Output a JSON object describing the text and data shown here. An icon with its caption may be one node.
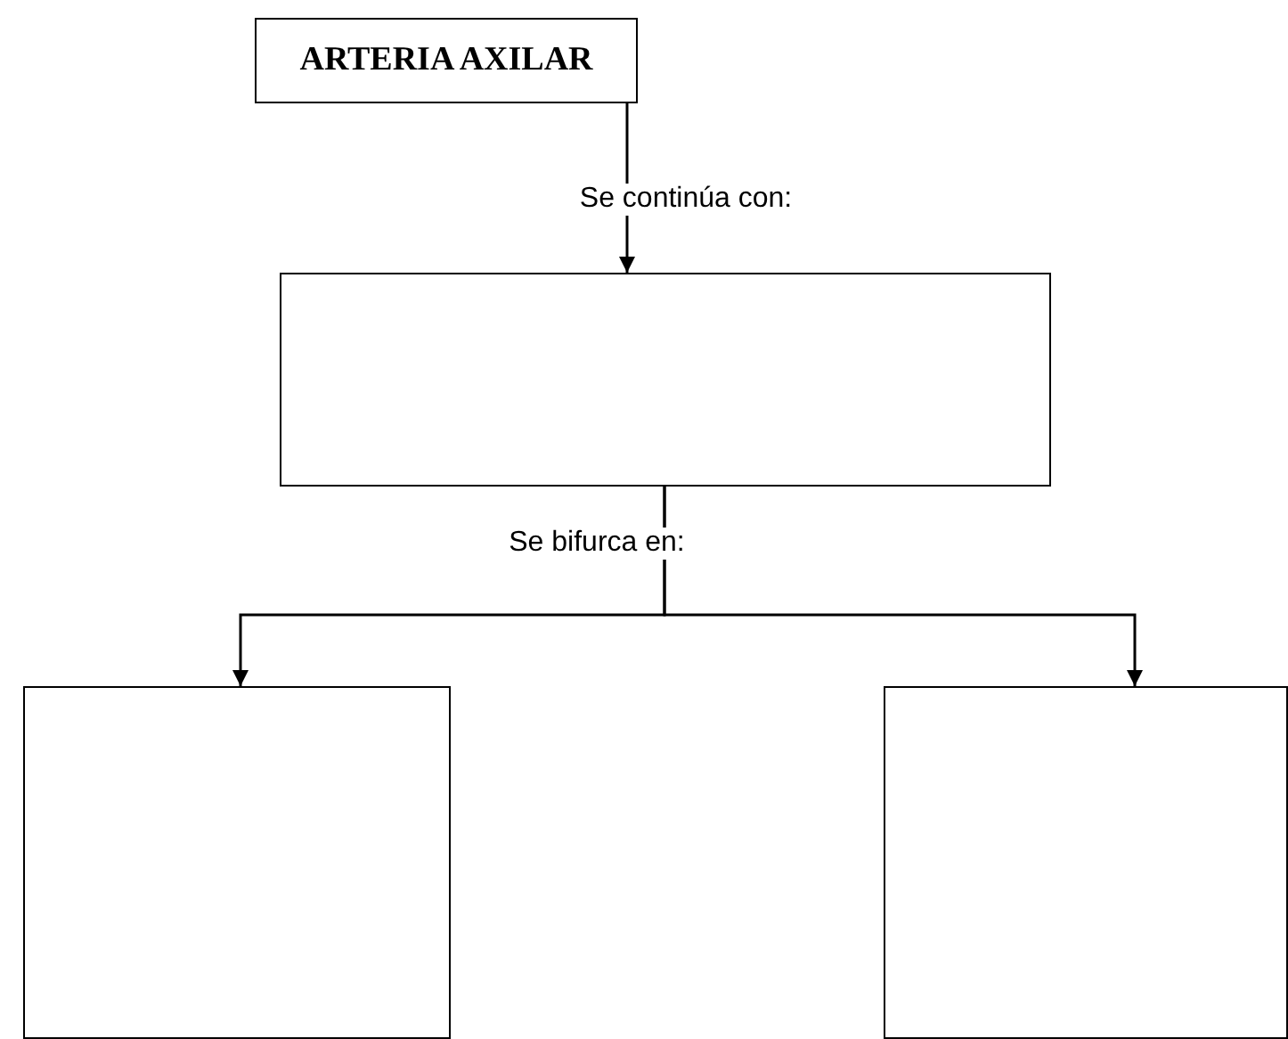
{
  "diagram": {
    "nodes": [
      {
        "text": [
          "ARTERIA AXILAR"
        ]
      },
      {
        "text": [],
        "shape": "box"
      },
      {
        "text": [],
        "shape": "box"
      },
      {
        "text": [],
        "shape": "box"
      }
    ],
    "edges": [
      {
        "from": 0,
        "to": 1,
        "arrow": "to",
        "label": "Se continúa con:"
      },
      {
        "from": 1,
        "to": 2,
        "arrow": "to",
        "label": "Se bifurca en:"
      },
      {
        "from": 1,
        "to": 3,
        "arrow": "to"
      }
    ]
  }
}
